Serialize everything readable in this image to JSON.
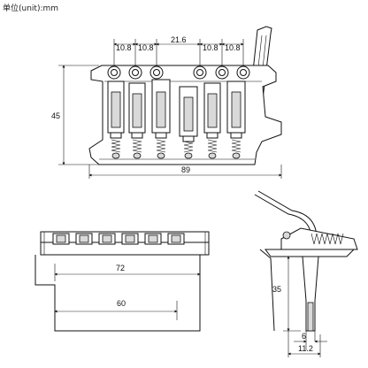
{
  "header": {
    "unit_note": "单位(unit):mm"
  },
  "front_view": {
    "dims_top": [
      "10.8",
      "10.8",
      "21.6",
      "10.8",
      "10.8"
    ],
    "height": "45",
    "width": "89"
  },
  "side_view": {
    "length_upper": "72",
    "length_lower": "60"
  },
  "profile_view": {
    "post_height": "35",
    "post_width": "6",
    "base_width": "11.2"
  }
}
